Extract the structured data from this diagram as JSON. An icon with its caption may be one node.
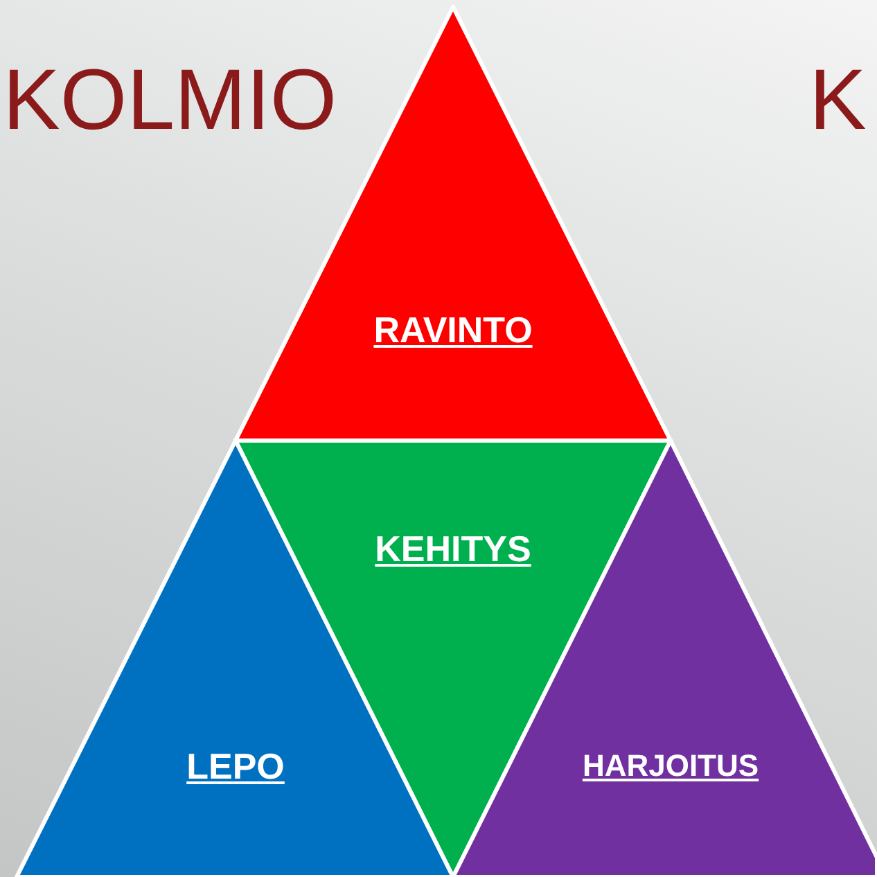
{
  "diagram": {
    "nodes": [
      {
        "text": [
          "RAVINTO"
        ]
      },
      {
        "text": [
          "KEHITYS"
        ]
      },
      {
        "text": [
          "LEPO"
        ]
      },
      {
        "text": [
          "HARJOITUS"
        ]
      }
    ],
    "labels": [
      "KOLMIO",
      "K"
    ]
  }
}
